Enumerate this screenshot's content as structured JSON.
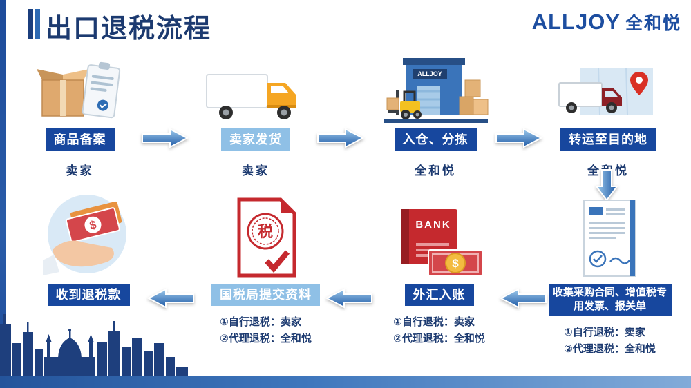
{
  "header": {
    "title": "出口退税流程",
    "brand_en": "ALLJOY",
    "brand_cn": "全和悦"
  },
  "icons": {
    "warehouse_sign": "ALLJOY",
    "bank_label": "BANK",
    "tax_seal": "税",
    "dollar": "$"
  },
  "steps": [
    {
      "label": "商品备案",
      "actor": "卖家",
      "style": "dark"
    },
    {
      "label": "卖家发货",
      "actor": "卖家",
      "style": "light"
    },
    {
      "label": "入仓、分拣",
      "actor": "全和悦",
      "style": "dark"
    },
    {
      "label": "转运至目的地",
      "actor": "全和悦",
      "style": "dark"
    },
    {
      "label": "收集采购合同、增值税专用发票、报关单",
      "notes": [
        "①自行退税：卖家",
        "②代理退税：全和悦"
      ],
      "style": "dark"
    },
    {
      "label": "外汇入账",
      "notes": [
        "①自行退税：卖家",
        "②代理退税：全和悦"
      ],
      "style": "dark"
    },
    {
      "label": "国税局提交资料",
      "notes": [
        "①自行退税：卖家",
        "②代理退税：全和悦"
      ],
      "style": "light"
    },
    {
      "label": "收到退税款",
      "style": "dark"
    }
  ],
  "colors": {
    "label_dark": "#17479e",
    "label_light": "#8fc0e6",
    "title": "#1c3a70",
    "brand": "#1d4ea0",
    "arrow_light": "#9ecaec",
    "arrow_dark": "#1f5aa6",
    "skyline": "#1e3f7d"
  }
}
